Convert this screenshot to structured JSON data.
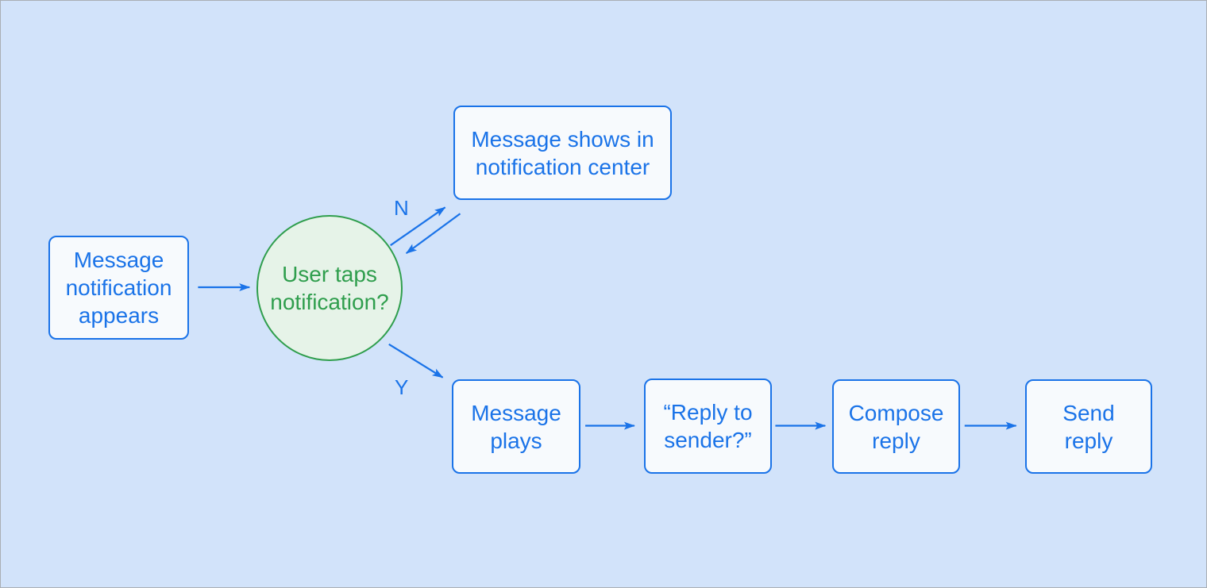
{
  "colors": {
    "background": "#D2E3FA",
    "canvas_border": "#A9AEB4",
    "node_border": "#1A73E8",
    "node_fill": "#F7FAFD",
    "node_text": "#1A73E8",
    "decision_border": "#2F9E4D",
    "decision_fill": "#E6F3E8",
    "decision_text": "#2F9E4D",
    "arrow": "#1A73E8"
  },
  "nodes": [
    {
      "id": "message-notification-appears",
      "shape": "rect",
      "label": "Message\nnotification\nappears"
    },
    {
      "id": "user-taps-notification",
      "shape": "circle",
      "label": "User taps\nnotification?"
    },
    {
      "id": "message-shows-in-notification-center",
      "shape": "rect",
      "label": "Message shows in\nnotification center"
    },
    {
      "id": "message-plays",
      "shape": "rect",
      "label": "Message\nplays"
    },
    {
      "id": "reply-to-sender",
      "shape": "rect",
      "label": "“Reply to\nsender?”"
    },
    {
      "id": "compose-reply",
      "shape": "rect",
      "label": "Compose\nreply"
    },
    {
      "id": "send-reply",
      "shape": "rect",
      "label": "Send\nreply"
    }
  ],
  "edges": [
    {
      "from": "message-notification-appears",
      "to": "user-taps-notification"
    },
    {
      "from": "user-taps-notification",
      "to": "message-shows-in-notification-center",
      "label": "N"
    },
    {
      "from": "message-shows-in-notification-center",
      "to": "user-taps-notification"
    },
    {
      "from": "user-taps-notification",
      "to": "message-plays",
      "label": "Y"
    },
    {
      "from": "message-plays",
      "to": "reply-to-sender"
    },
    {
      "from": "reply-to-sender",
      "to": "compose-reply"
    },
    {
      "from": "compose-reply",
      "to": "send-reply"
    }
  ]
}
